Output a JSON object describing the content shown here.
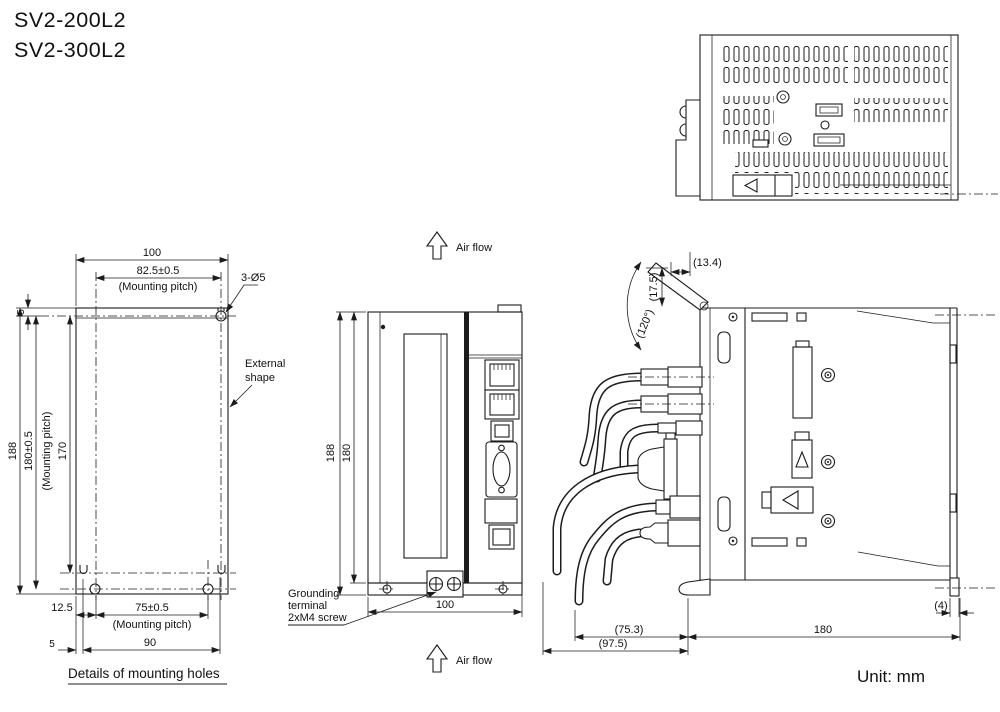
{
  "title": {
    "model_1": "SV2-200L2",
    "model_2": "SV2-300L2"
  },
  "labels": {
    "air_flow": "Air flow",
    "mounting_pitch": "(Mounting pitch)",
    "unit": "Unit: mm",
    "details_caption": "Details of mounting holes",
    "external_shape_1": "External",
    "external_shape_2": "shape",
    "holes": "3-Ø5",
    "grounding_1": "Grounding",
    "grounding_2": "terminal",
    "grounding_3": "2xM4 screw"
  },
  "mounting_detail": {
    "width_overall": "100",
    "width_pitch": "82.5±0.5",
    "height_overall": "188",
    "height_pitch": "180±0.5",
    "height_keyhole": "170",
    "top_offset": "5",
    "bottom_offset_left": "12.5",
    "bottom_pitch": "75±0.5",
    "bottom_edge_offset": "5",
    "bottom_width": "90"
  },
  "front_view": {
    "height_overall": "188",
    "height_body": "180",
    "width": "100"
  },
  "side_view": {
    "flap_width": "(13.4)",
    "flap_height": "(17.5)",
    "flap_angle": "(120°)",
    "clearance_inner": "(75.3)",
    "clearance_outer": "(97.5)",
    "depth": "180",
    "rear_lip": "(4)"
  }
}
